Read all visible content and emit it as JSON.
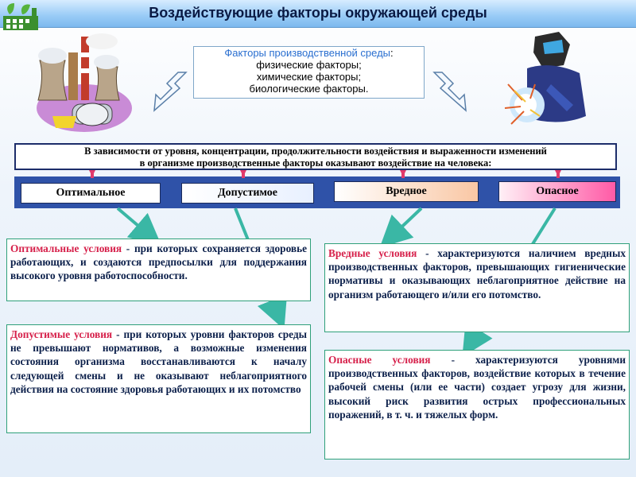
{
  "title": "Воздействующие факторы окружающей среды",
  "factors": {
    "heading": "Факторы производственной среды",
    "heading_suffix": ":",
    "items": [
      "физические факторы;",
      "химические факторы;",
      "биологические факторы."
    ]
  },
  "dependency": {
    "line1": "В зависимости от уровня, концентрации, продолжительности воздействия и выраженности изменений",
    "line2": "в организме  производственные факторы оказывают воздействие на человека:"
  },
  "levels": {
    "optimal": "Оптимальное",
    "acceptable": "Допустимое",
    "harmful": "Вредное",
    "dangerous": "Опасное"
  },
  "descriptions": {
    "optimal": {
      "term": "Оптимальные условия",
      "text": " - при которых сохраняется здоровье работающих, и создаются предпосылки для поддержания высокого уровня работоспособности."
    },
    "acceptable": {
      "term": "Допустимые условия",
      "text": " - при которых уровни факторов среды не превышают нормативов, а возможные изменения состояния организма восстанавливаются к началу следующей смены и не оказывают неблагоприятного действия на состояние здоровья работающих и их потомство"
    },
    "harmful": {
      "term": "Вредные условия",
      "text": " - характеризуются наличием вредных производственных факторов, превышающих гигиенические нормативы и оказывающих неблагоприятное действие на организм работающего и/или его потомство."
    },
    "dangerous": {
      "term": "Опасные условия",
      "text": " - характеризуются уровнями производственных факторов, воздействие которых в течение рабочей смены (или ее части) создает угрозу для жизни, высокий риск развития острых профессиональных поражений, в т. ч. и тяжелых форм."
    }
  },
  "colors": {
    "title_bar": "#9ccdf7",
    "band": "#2f52a8",
    "term": "#d6204a",
    "connector": "#3ab7a5",
    "pin": "#e23a6b"
  },
  "icons": {
    "logo": "factory-leaf-logo-icon",
    "plant": "power-plant-icon",
    "welder": "welder-icon"
  }
}
